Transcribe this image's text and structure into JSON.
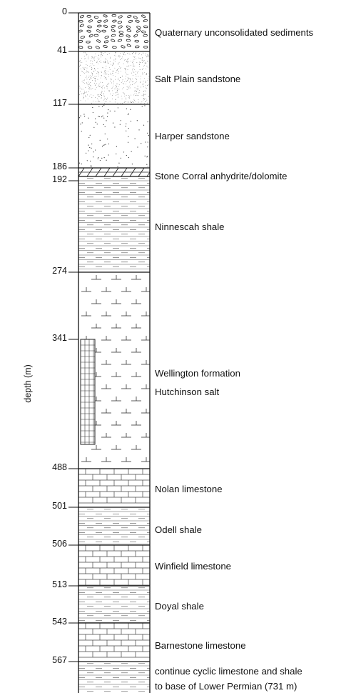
{
  "axis_title": "depth (m)",
  "units": [
    {
      "top": "0",
      "bottom": "41",
      "name": "Quaternary unconsolidated sediments",
      "lith": "gravel"
    },
    {
      "top": "41",
      "bottom": "117",
      "name": "Salt Plain sandstone",
      "lith": "sandstone-fine"
    },
    {
      "top": "117",
      "bottom": "186",
      "name": "Harper sandstone",
      "lith": "sandstone"
    },
    {
      "top": "186",
      "bottom": "192",
      "name": "Stone Corral anhydrite/dolomite",
      "lith": "anhydrite"
    },
    {
      "top": "192",
      "bottom": "274",
      "name": "Ninnescah shale",
      "lith": "shale"
    },
    {
      "top": "274",
      "bottom": "488",
      "name": "Wellington formation",
      "lith": "salt",
      "sub": "Hutchinson salt"
    },
    {
      "top": "488",
      "bottom": "501",
      "name": "Nolan limestone",
      "lith": "limestone"
    },
    {
      "top": "501",
      "bottom": "506",
      "name": "Odell shale",
      "lith": "shale"
    },
    {
      "top": "506",
      "bottom": "513",
      "name": "Winfield limestone",
      "lith": "limestone"
    },
    {
      "top": "513",
      "bottom": "543",
      "name": "Doyal shale",
      "lith": "shale"
    },
    {
      "top": "543",
      "bottom": "567",
      "name": "Barnestone limestone",
      "lith": "limestone"
    },
    {
      "top": "567",
      "bottom": "",
      "name": "continue cyclic limestone and shale",
      "lith": "shale-limestone",
      "sub": "to base of Lower Permian (731 m)"
    }
  ],
  "depth_ticks": [
    "0",
    "41",
    "117",
    "186",
    "192",
    "274",
    "341",
    "488",
    "501",
    "506",
    "513",
    "543",
    "567"
  ]
}
